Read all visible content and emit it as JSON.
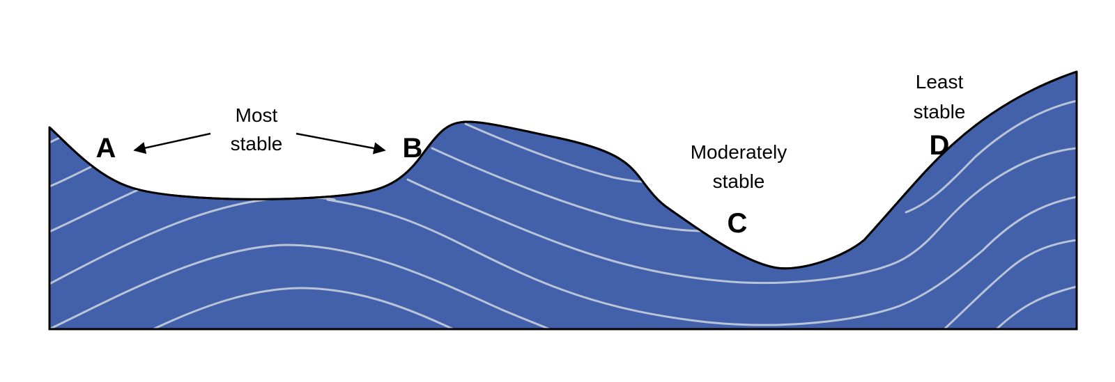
{
  "labels": {
    "a": "A",
    "b": "B",
    "c": "C",
    "d": "D",
    "most_stable_line1": "Most",
    "most_stable_line2": "stable",
    "moderately_stable_line1": "Moderately",
    "moderately_stable_line2": "stable",
    "least_stable_line1": "Least",
    "least_stable_line2": "stable"
  },
  "colors": {
    "rock": "#4361aa",
    "layer_lines": "#b9c4d8",
    "outline": "#000000",
    "background": "#ffffff"
  }
}
